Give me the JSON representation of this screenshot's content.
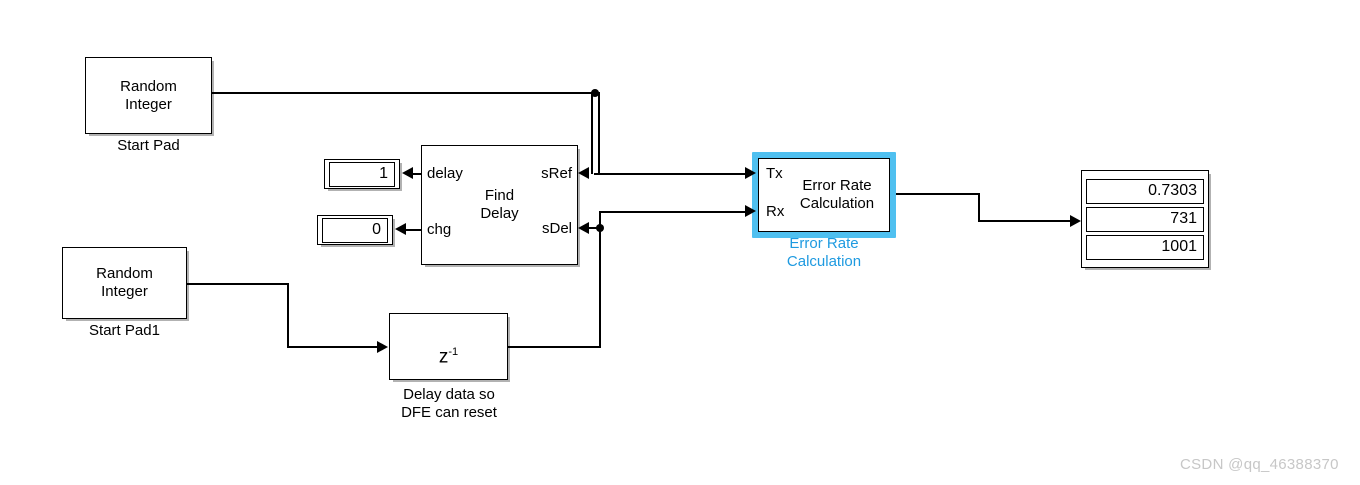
{
  "diagram": {
    "type": "simulink-block-diagram",
    "background_color": "#ffffff",
    "highlight_color": "#4fc0f0",
    "wire_color": "#000000"
  },
  "blocks": {
    "start_pad": {
      "body_text": "Random\nInteger",
      "caption": "Start Pad"
    },
    "start_pad1": {
      "body_text": "Random\nInteger",
      "caption": "Start Pad1"
    },
    "find_delay": {
      "body_text": "Find\nDelay",
      "port_delay": "delay",
      "port_chg": "chg",
      "port_sref": "sRef",
      "port_sdel": "sDel"
    },
    "unit_delay": {
      "body_text_base": "z",
      "body_text_exponent": "-1",
      "caption": "Delay data so\nDFE can reset"
    },
    "error_rate": {
      "body_text": "Error Rate\nCalculation",
      "port_tx": "Tx",
      "port_rx": "Rx",
      "caption": "Error Rate\nCalculation",
      "selected": true
    }
  },
  "displays": {
    "delay_display": {
      "values": [
        "1"
      ]
    },
    "chg_display": {
      "values": [
        "0"
      ]
    },
    "error_rate_display": {
      "values": [
        "0.7303",
        "731",
        "1001"
      ]
    }
  },
  "watermark": {
    "text": "CSDN @qq_46388370"
  }
}
